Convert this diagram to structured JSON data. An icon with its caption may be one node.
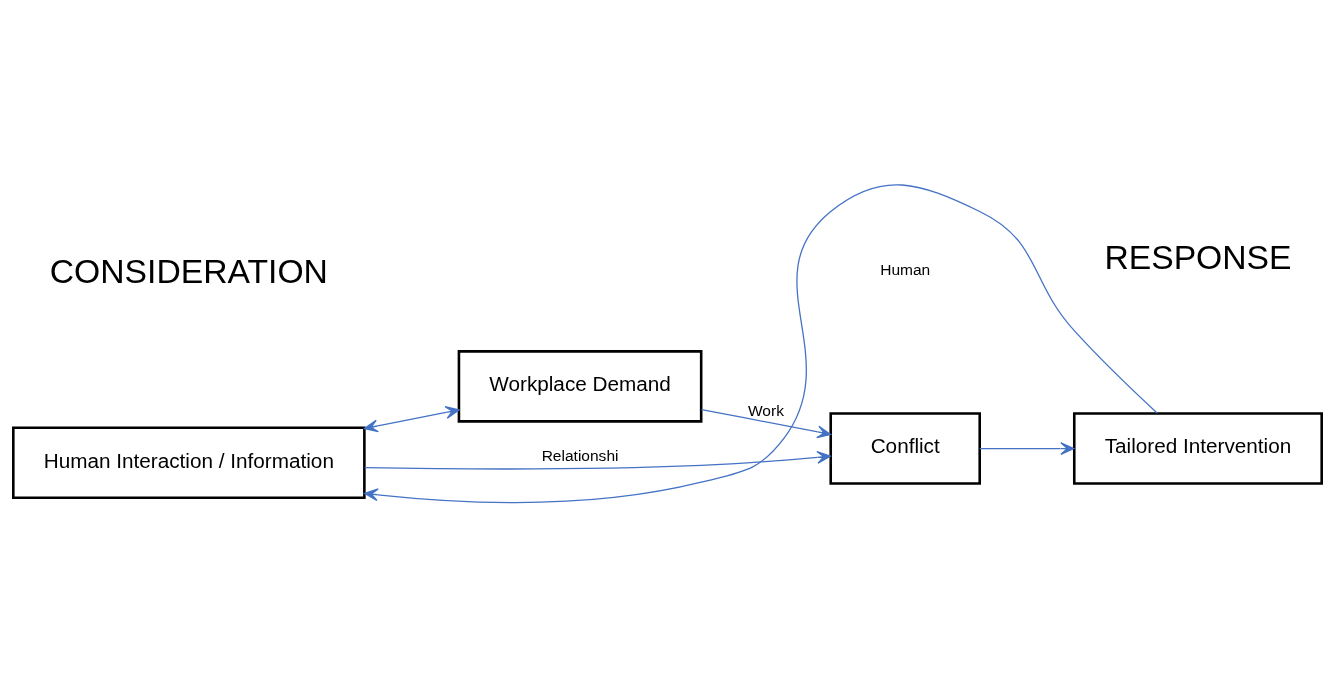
{
  "diagram": {
    "nodes": [
      {
        "text": [
          "Human Interaction / Information"
        ]
      },
      {
        "text": [
          "Workplace Demand"
        ]
      },
      {
        "text": [
          "Conflict"
        ]
      },
      {
        "text": [
          "Tailored Intervention"
        ]
      }
    ],
    "edges": [
      {
        "from": 0,
        "to": 1,
        "arrow": "both",
        "color": "#4472c4"
      },
      {
        "from": 0,
        "to": 2,
        "arrow": "to",
        "label": "Relationshi",
        "color": "#4472c4"
      },
      {
        "from": 1,
        "to": 2,
        "arrow": "to",
        "label": "Work",
        "color": "#4472c4"
      },
      {
        "from": 2,
        "to": 3,
        "arrow": "to",
        "color": "#4472c4"
      },
      {
        "from": 3,
        "to": 0,
        "arrow": "to",
        "color": "#4472c4"
      }
    ],
    "labels": [
      "CONSIDERATION",
      "RESPONSE",
      "Human"
    ]
  }
}
